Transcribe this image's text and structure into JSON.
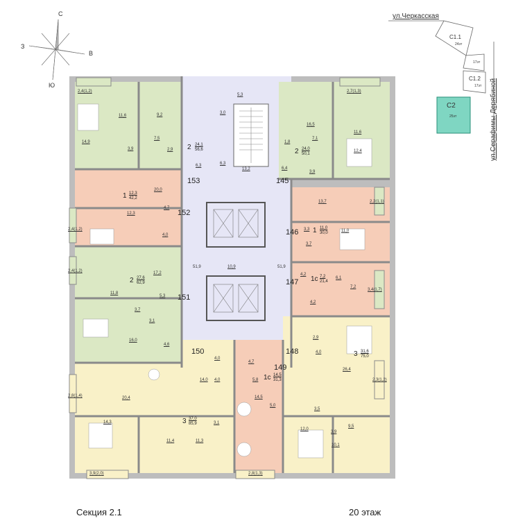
{
  "compass": {
    "n": "С",
    "s": "Ю",
    "w": "З",
    "e": "В"
  },
  "streets": {
    "top": "ул.Черкасская",
    "right": "ул.Серафимы Дерябиной"
  },
  "site_plan": {
    "c11": {
      "name": "С1.1",
      "floors": "24эт"
    },
    "c11b": {
      "floors": "17эт"
    },
    "c12": {
      "name": "С1.2",
      "floors": "17эт"
    },
    "c2": {
      "name": "С2",
      "floors": "25эт"
    }
  },
  "colors": {
    "green": "#dbe8c4",
    "pink": "#f6cdb8",
    "yellow": "#f9f1c8",
    "corridor": "#e6e6f6",
    "wall": "#9a9a9a",
    "c2": "#7fd6c2"
  },
  "units": {
    "u153": {
      "no": "153",
      "rooms": "2",
      "total": "56,6",
      "living": "24,1"
    },
    "u152": {
      "no": "152",
      "rooms": "1",
      "total": "42,2",
      "living": "12,3"
    },
    "u151": {
      "no": "151",
      "rooms": "2",
      "total": "62,9",
      "living": "27,6"
    },
    "u150": {
      "no": "150",
      "rooms": "3",
      "total": "85,9",
      "living": "37,0"
    },
    "u149": {
      "no": "149",
      "rooms": "1с",
      "total": "31,3",
      "living": "14,5"
    },
    "u148": {
      "no": "148",
      "rooms": "3",
      "total": "75,0",
      "living": "31,6"
    },
    "u147": {
      "no": "147",
      "rooms": "1с",
      "total": "21,4",
      "living": "7,2"
    },
    "u146": {
      "no": "146",
      "rooms": "1",
      "total": "30,0",
      "living": "11,0"
    },
    "u145": {
      "no": "145",
      "rooms": "2",
      "total": "50,1",
      "living": "24,0"
    }
  },
  "areas": {
    "a1": "2,4(1,2)",
    "a2": "5,3",
    "a3": "2,7(1,3)",
    "a4": "11,6",
    "a5": "9,2",
    "a6": "3,0",
    "a7": "16,5",
    "a8": "11,6",
    "a9": "7,5",
    "a10": "7,1",
    "a11": "14,9",
    "a12": "3,9",
    "a13": "2,9",
    "a14": "1,8",
    "a15": "12,4",
    "a16": "6,3",
    "a17": "6,3",
    "a18": "13,2",
    "a19": "6,4",
    "a20": "3,9",
    "a21": "20,0",
    "a22": "13,7",
    "a23": "2,2(1,1)",
    "a24": "4,7",
    "a25": "2,4(1,2)",
    "a26": "12,3",
    "a27": "3,3",
    "a28": "11,0",
    "a29": "4,0",
    "a30": "3,7",
    "a31": "51,9",
    "a32": "10,9",
    "a33": "51,9",
    "a34": "2,4(1,2)",
    "a35": "17,2",
    "a36": "4,2",
    "a37": "6,1",
    "a38": "7,2",
    "a39": "3,4(1,7)",
    "a40": "11,8",
    "a41": "5,3",
    "a42": "4,2",
    "a43": "3,7",
    "a44": "3,1",
    "a45": "16,0",
    "a46": "4,6",
    "a47": "2,9",
    "a48": "4,0",
    "a49": "4,7",
    "a50": "4,0",
    "a51": "26,4",
    "a52": "14,0",
    "a53": "4,0",
    "a54": "5,8",
    "a55": "2,3(1,2)",
    "a56": "2,8(1,4)",
    "a57": "20,4",
    "a58": "14,5",
    "a59": "5,0",
    "a60": "3,5",
    "a61": "14,3",
    "a62": "3,1",
    "a63": "12,0",
    "a64": "3,9",
    "a65": "9,5",
    "a66": "11,4",
    "a67": "11,3",
    "a68": "10,1",
    "a69": "3,9(2,0)",
    "a70": "2,8(1,3)"
  },
  "footer": {
    "section": "Секция 2.1",
    "floor": "20 этаж"
  }
}
